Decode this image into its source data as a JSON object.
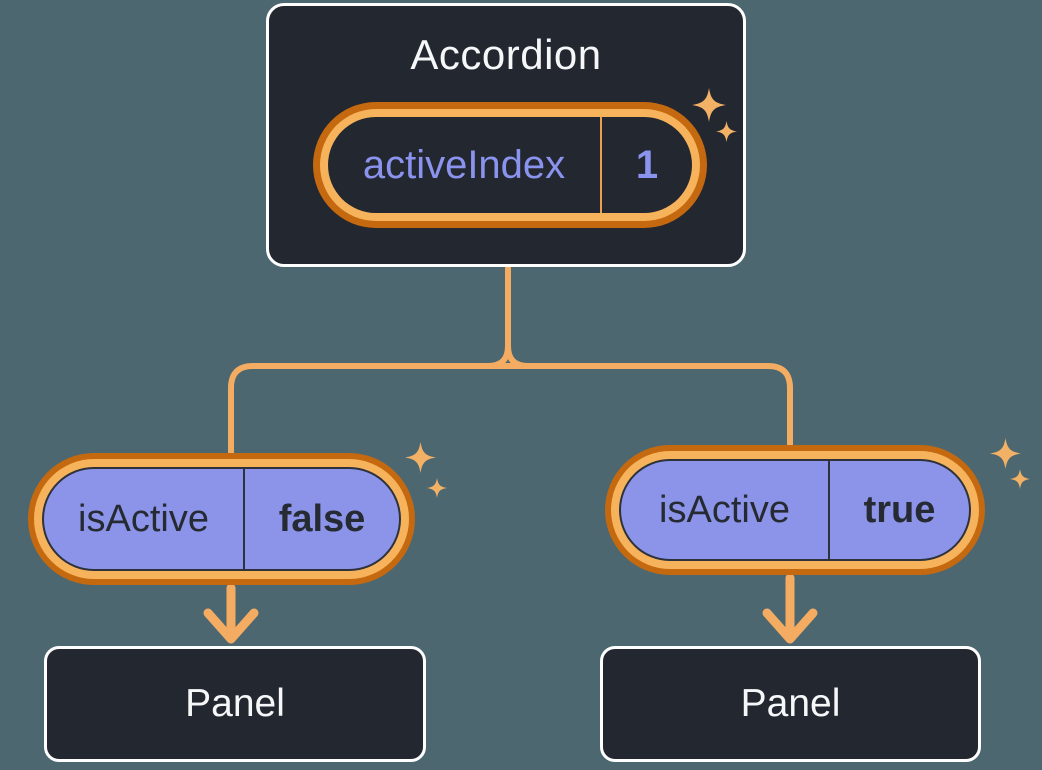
{
  "diagram": {
    "description": "React component tree diagram showing lifted state",
    "accordion": {
      "title": "Accordion",
      "state": {
        "name": "activeIndex",
        "value": "1"
      }
    },
    "left_branch": {
      "prop": {
        "name": "isActive",
        "value": "false"
      },
      "panel_label": "Panel"
    },
    "right_branch": {
      "prop": {
        "name": "isActive",
        "value": "true"
      },
      "panel_label": "Panel"
    },
    "icons": {
      "sparkle": "sparkle-icon",
      "arrow": "arrow-down-icon"
    },
    "colors": {
      "background": "#4C6770",
      "box_bg": "#23272F",
      "box_border": "#FFFFFF",
      "title_text": "#F6F7F9",
      "state_text": "#8A93EE",
      "prop_fill": "#8C94E9",
      "prop_text": "#262B33",
      "ring_outer_orange": "#C4690F",
      "ring_inner_orange": "#F6B35C",
      "connector_orange": "#F3AC61",
      "sparkle_orange": "#F3B166"
    }
  }
}
